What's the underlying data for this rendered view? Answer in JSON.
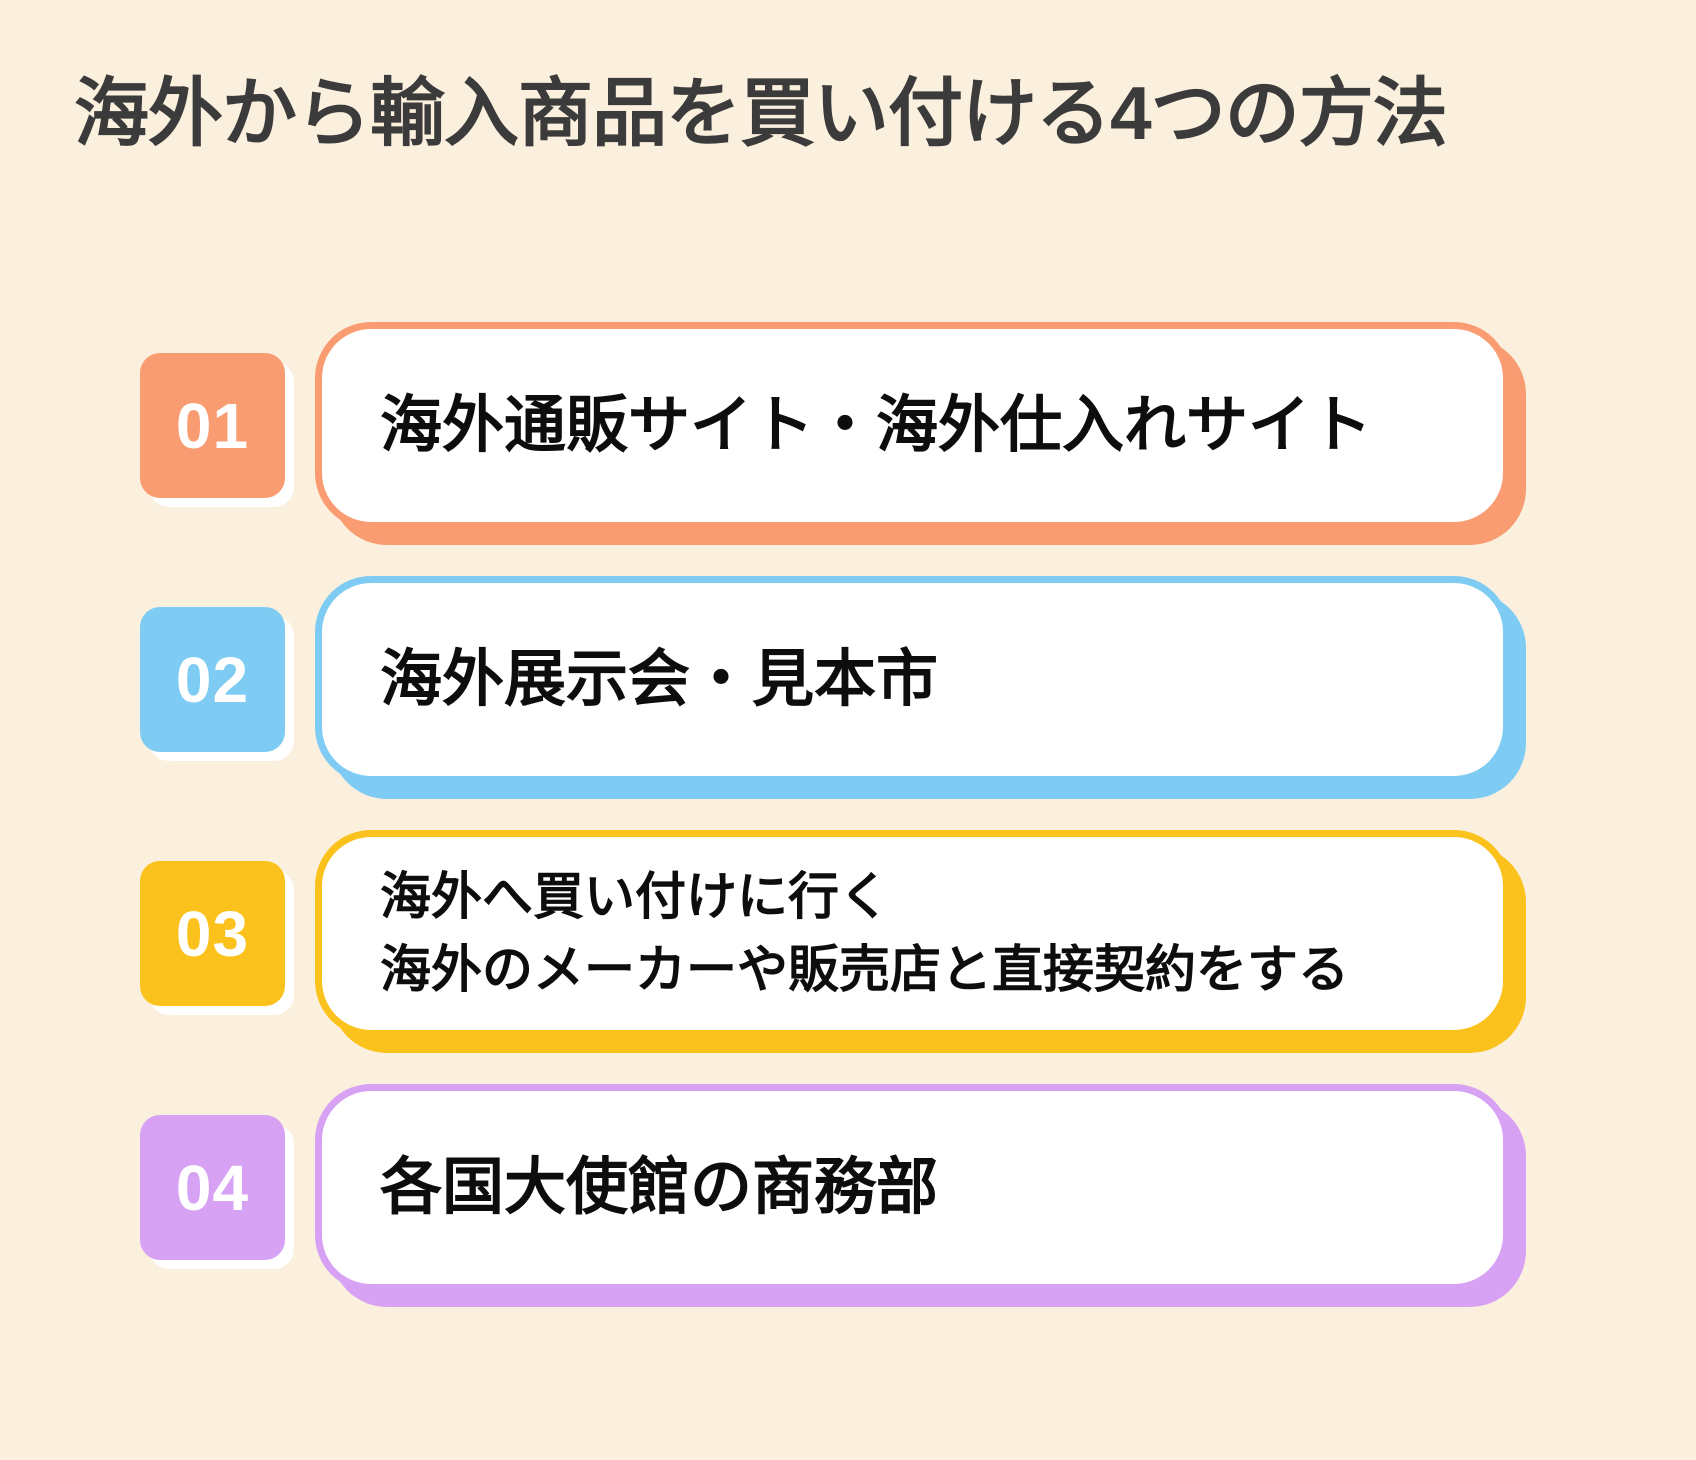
{
  "title": "海外から輸入商品を買い付ける4つの方法",
  "colors": {
    "background": "#FBF0DE",
    "title_text": "#3B3B3B",
    "card_background": "#FFFFFF",
    "card_text": "#0D0D0D",
    "badge_text": "#FFFFFF"
  },
  "items": [
    {
      "number": "01",
      "color": "#F99C72",
      "text": "海外通販サイト・海外仕入れサイト"
    },
    {
      "number": "02",
      "color": "#7ECBF3",
      "text": "海外展示会・見本市"
    },
    {
      "number": "03",
      "color": "#FBC21D",
      "text": "海外へ買い付けに行く\n海外のメーカーや販売店と直接契約をする"
    },
    {
      "number": "04",
      "color": "#D8A2F4",
      "text": "各国大使館の商務部"
    }
  ]
}
